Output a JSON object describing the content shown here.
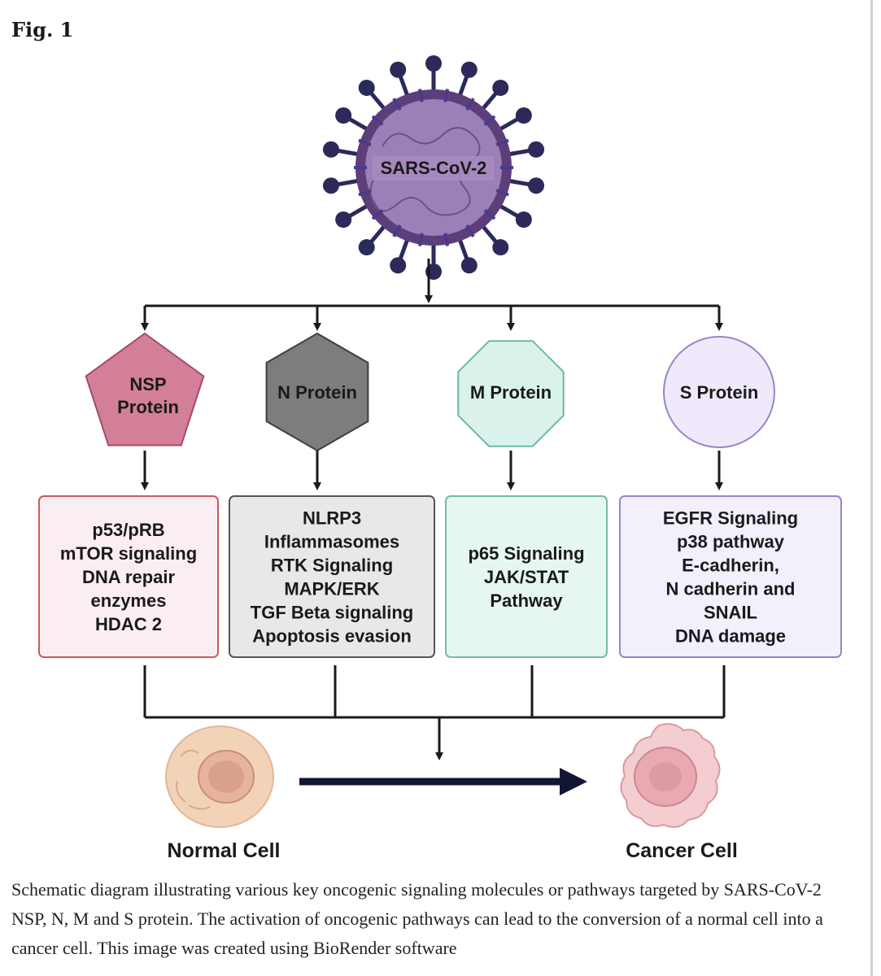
{
  "figure": {
    "label": "Fig. 1"
  },
  "virus": {
    "label": "SARS-CoV-2"
  },
  "proteins": [
    {
      "label_lines": [
        "NSP",
        "Protein"
      ],
      "shape": "pentagon",
      "fill": "#d37f98",
      "stroke": "#a54a66",
      "targets": [
        "p53/pRB",
        "mTOR signaling",
        "DNA repair",
        "enzymes",
        "HDAC 2"
      ],
      "box_fill": "#fbeef2",
      "box_stroke": "#cc5a5a"
    },
    {
      "label_lines": [
        "N Protein"
      ],
      "shape": "hexagon",
      "fill": "#7d7d7d",
      "stroke": "#3f3f3f",
      "targets": [
        "NLRP3",
        "Inflammasomes",
        "RTK Signaling",
        "MAPK/ERK",
        "TGF Beta signaling",
        "Apoptosis evasion"
      ],
      "box_fill": "#e8e8e8",
      "box_stroke": "#555555"
    },
    {
      "label_lines": [
        "M Protein"
      ],
      "shape": "octagon",
      "fill": "#daf2ec",
      "stroke": "#6fb7a6",
      "targets": [
        "p65 Signaling",
        "JAK/STAT",
        "Pathway"
      ],
      "box_fill": "#e6f6f1",
      "box_stroke": "#79b9aa"
    },
    {
      "label_lines": [
        "S Protein"
      ],
      "shape": "circle",
      "fill": "#efe9fb",
      "stroke": "#9a84c6",
      "targets": [
        "EGFR Signaling",
        "p38 pathway",
        "E-cadherin,",
        "N cadherin and",
        "SNAIL",
        "DNA damage"
      ],
      "box_fill": "#f3effb",
      "box_stroke": "#9a84c6"
    }
  ],
  "cells": {
    "normal_label": "Normal Cell",
    "cancer_label": "Cancer Cell"
  },
  "caption": "Schematic diagram illustrating various key oncogenic signaling molecules or pathways targeted by SARS-CoV-2 NSP, N, M and S protein. The activation of oncogenic pathways can lead to the conversion of a normal cell into a cancer cell. This image was created using BioRender software",
  "colors": {
    "virus_body": "#8e6fa8",
    "virus_ring": "#5c3f7a",
    "spike": "#2b2a5a",
    "arrow": "#1a1a1a",
    "big_arrow": "#131633",
    "normal_cell": "#f2d1b5",
    "normal_nucleus": "#d9a98c",
    "cancer_cell": "#f0c4c8"
  }
}
